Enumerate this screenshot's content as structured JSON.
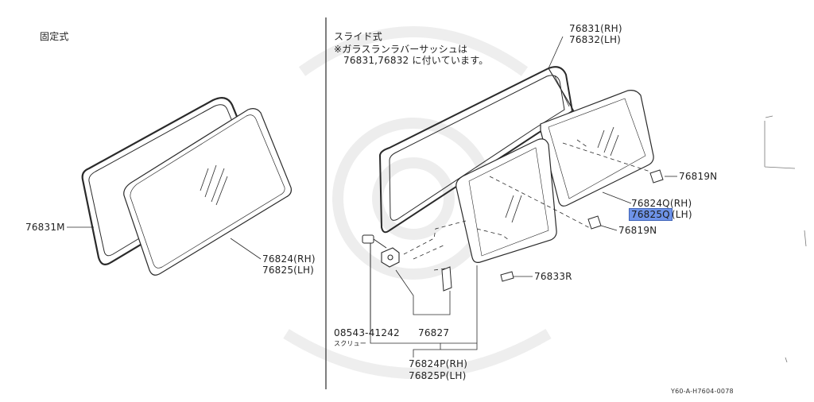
{
  "sections": {
    "fixed_title": "固定式",
    "slide_title": "スライド式",
    "slide_note_line1": "※ガラスランラバーサッシュは",
    "slide_note_line2": "76831,76832 に付いています。"
  },
  "labels": {
    "p76831M": "76831M",
    "p76824_rh_left": "76824(RH)",
    "p76825_lh_left": "76825(LH)",
    "p76831_rh": "76831(RH)",
    "p76832_lh": "76832(LH)",
    "p76819N_upper": "76819N",
    "p76824Q_rh": "76824Q(RH)",
    "p76825Q": "76825Q",
    "p76825Q_suffix": "(LH)",
    "p76819N_lower": "76819N",
    "p76833R": "76833R",
    "p08543": "08543-41242",
    "screw": "スクリュー",
    "p76827": "76827",
    "p76824P_rh": "76824P(RH)",
    "p76825P_lh": "76825P(LH)"
  },
  "footer": {
    "diagram_code": "Y60-A-H7604-0078"
  },
  "colors": {
    "line": "#2a2a2a",
    "highlight": "#6e93e8",
    "watermark": "#e8e8e8"
  }
}
